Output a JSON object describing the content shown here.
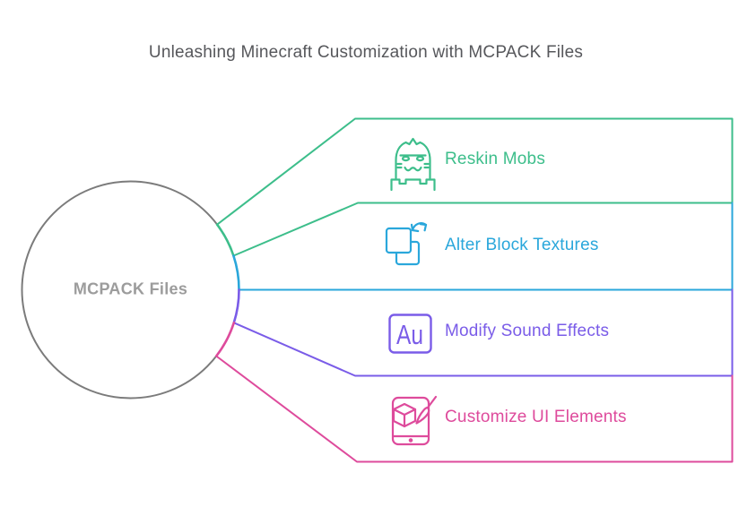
{
  "title": "Unleashing Minecraft Customization with MCPACK Files",
  "center": {
    "label": "MCPACK Files",
    "outline_color": "#7b7b7b",
    "text_color": "#9c9c9c"
  },
  "branches": [
    {
      "label": "Reskin Mobs",
      "color": "#3dbe8b",
      "icon": "mob-head-icon"
    },
    {
      "label": "Alter Block Textures",
      "color": "#2aa7db",
      "icon": "swap-blocks-icon"
    },
    {
      "label": "Modify Sound Effects",
      "color": "#7a5ce8",
      "icon": "audio-au-icon",
      "icon_text": "Au"
    },
    {
      "label": "Customize UI Elements",
      "color": "#de4b9c",
      "icon": "phone-paintbrush-icon"
    }
  ],
  "colors": {
    "background": "#ffffff",
    "title_text": "#56575b"
  }
}
